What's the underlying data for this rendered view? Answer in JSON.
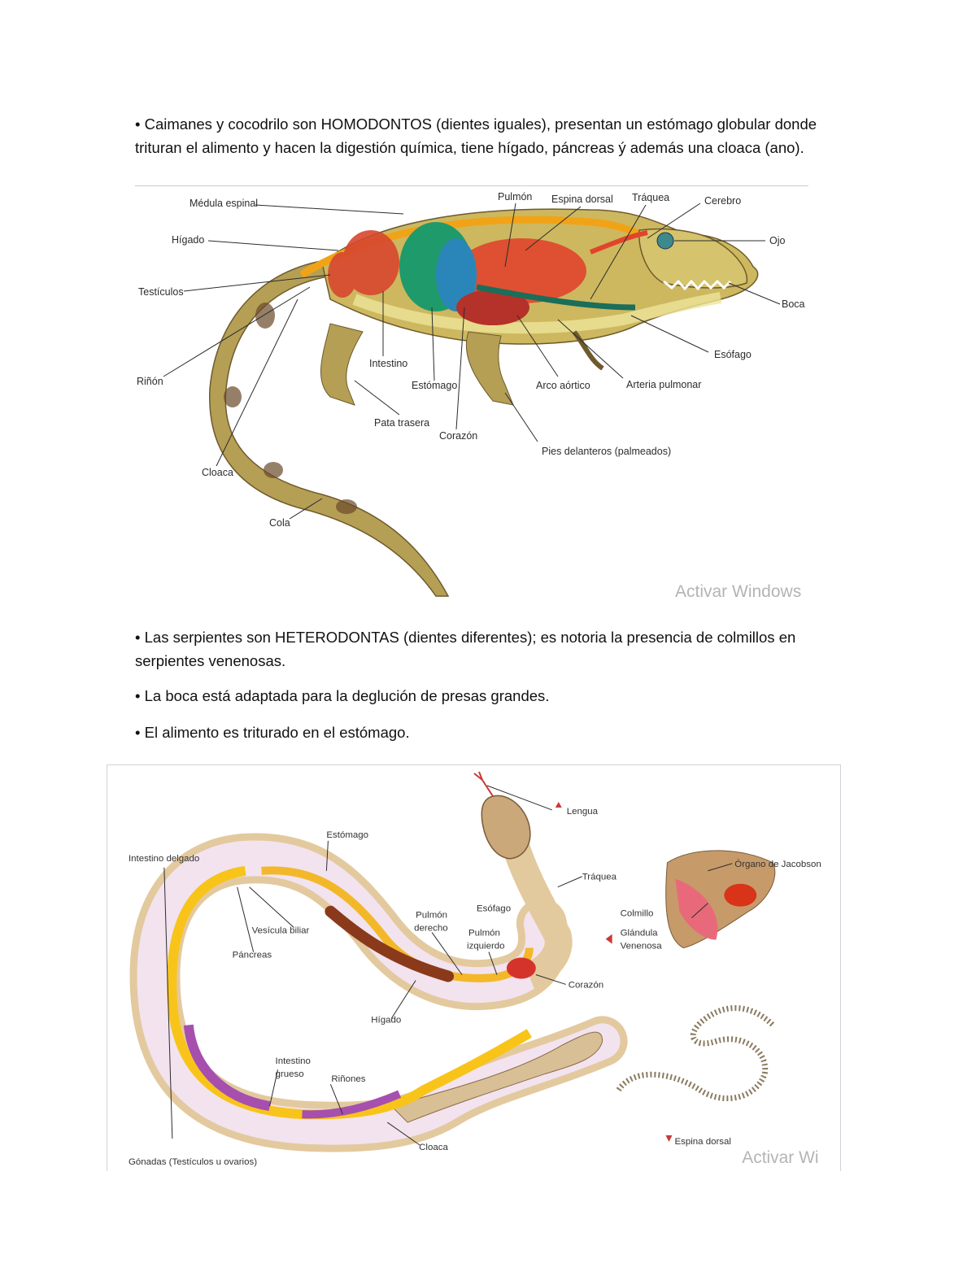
{
  "paragraphs": {
    "p1": "• Caimanes y cocodrilo son HOMODONTOS (dientes iguales), presentan un estómago globular donde trituran el alimento y hacen la digestión química, tiene hígado, páncreas ý además una cloaca (ano).",
    "p2": "• Las serpientes son HETERODONTAS (dientes diferentes); es notoria la presencia de colmillos en serpientes venenosas.",
    "p3": "• La boca está adaptada para la deglución de presas grandes.",
    "p4": "• El alimento es triturado en el estómago."
  },
  "crocodile_figure": {
    "labels": {
      "medula": "Médula espinal",
      "pulmon": "Pulmón",
      "espina": "Espina dorsal",
      "traquea": "Tráquea",
      "cerebro": "Cerebro",
      "higado": "Hígado",
      "ojo": "Ojo",
      "testiculos": "Testículos",
      "boca": "Boca",
      "esofago": "Esófago",
      "intestino": "Intestino",
      "estomago": "Estómago",
      "arco": "Arco aórtico",
      "arteria": "Arteria pulmonar",
      "rinon": "Riñón",
      "pata": "Pata trasera",
      "corazon": "Corazón",
      "pies": "Pies delanteros (palmeados)",
      "cloaca": "Cloaca",
      "cola": "Cola"
    },
    "watermark": "Activar Windows"
  },
  "snake_figure": {
    "labels": {
      "lengua": "Lengua",
      "estomago": "Estómago",
      "intestino_delgado": "Intestino delgado",
      "traquea": "Tráquea",
      "organo_jacobson": "Órgano de Jacobson",
      "esofago": "Esófago",
      "pulmon_derecho_1": "Pulmón",
      "pulmon_derecho_2": "derecho",
      "vesicula": "Vesícula biliar",
      "pulmon_izq_1": "Pulmón",
      "pulmon_izq_2": "izquierdo",
      "colmillo": "Colmillo",
      "glandula_1": "Glándula",
      "glandula_2": "Venenosa",
      "pancreas": "Páncreas",
      "corazon": "Corazón",
      "higado": "Hígado",
      "intestino_grueso_1": "Intestino",
      "intestino_grueso_2": "grueso",
      "rinones": "Riñones",
      "cloaca": "Cloaca",
      "gonadas": "Gónadas (Testículos u ovarios)",
      "espina": "Espina dorsal"
    },
    "watermark": "Activar Wi"
  },
  "colors": {
    "croc_skin": "#c9b45a",
    "croc_belly": "#eee39a",
    "spine": "#f1a318",
    "lung": "#e0452c",
    "stomach": "#1f9a6a",
    "snake_skin": "#d6ad7e",
    "snake_intestine": "#f8c419",
    "snake_liver": "#8a3a1a"
  }
}
